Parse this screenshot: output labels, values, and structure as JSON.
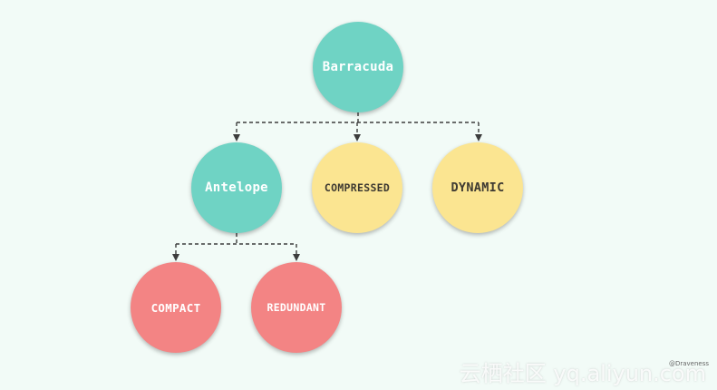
{
  "diagram": {
    "root": {
      "label": "Barracuda",
      "color": "#6fd3c4"
    },
    "level1": [
      {
        "label": "Antelope",
        "color": "#6fd3c4"
      },
      {
        "label": "COMPRESSED",
        "color": "#fbe591"
      },
      {
        "label": "DYNAMIC",
        "color": "#fbe591"
      }
    ],
    "level2": [
      {
        "label": "COMPACT",
        "color": "#f38484"
      },
      {
        "label": "REDUNDANT",
        "color": "#f38484"
      }
    ],
    "edges": [
      [
        "Barracuda",
        "Antelope"
      ],
      [
        "Barracuda",
        "COMPRESSED"
      ],
      [
        "Barracuda",
        "DYNAMIC"
      ],
      [
        "Antelope",
        "COMPACT"
      ],
      [
        "Antelope",
        "REDUNDANT"
      ]
    ],
    "edge_style": "dashed-arrow",
    "edge_color": "#3d3d3d"
  },
  "credit": "@Draveness",
  "watermark": "云栖社区 yq.aliyun.com"
}
